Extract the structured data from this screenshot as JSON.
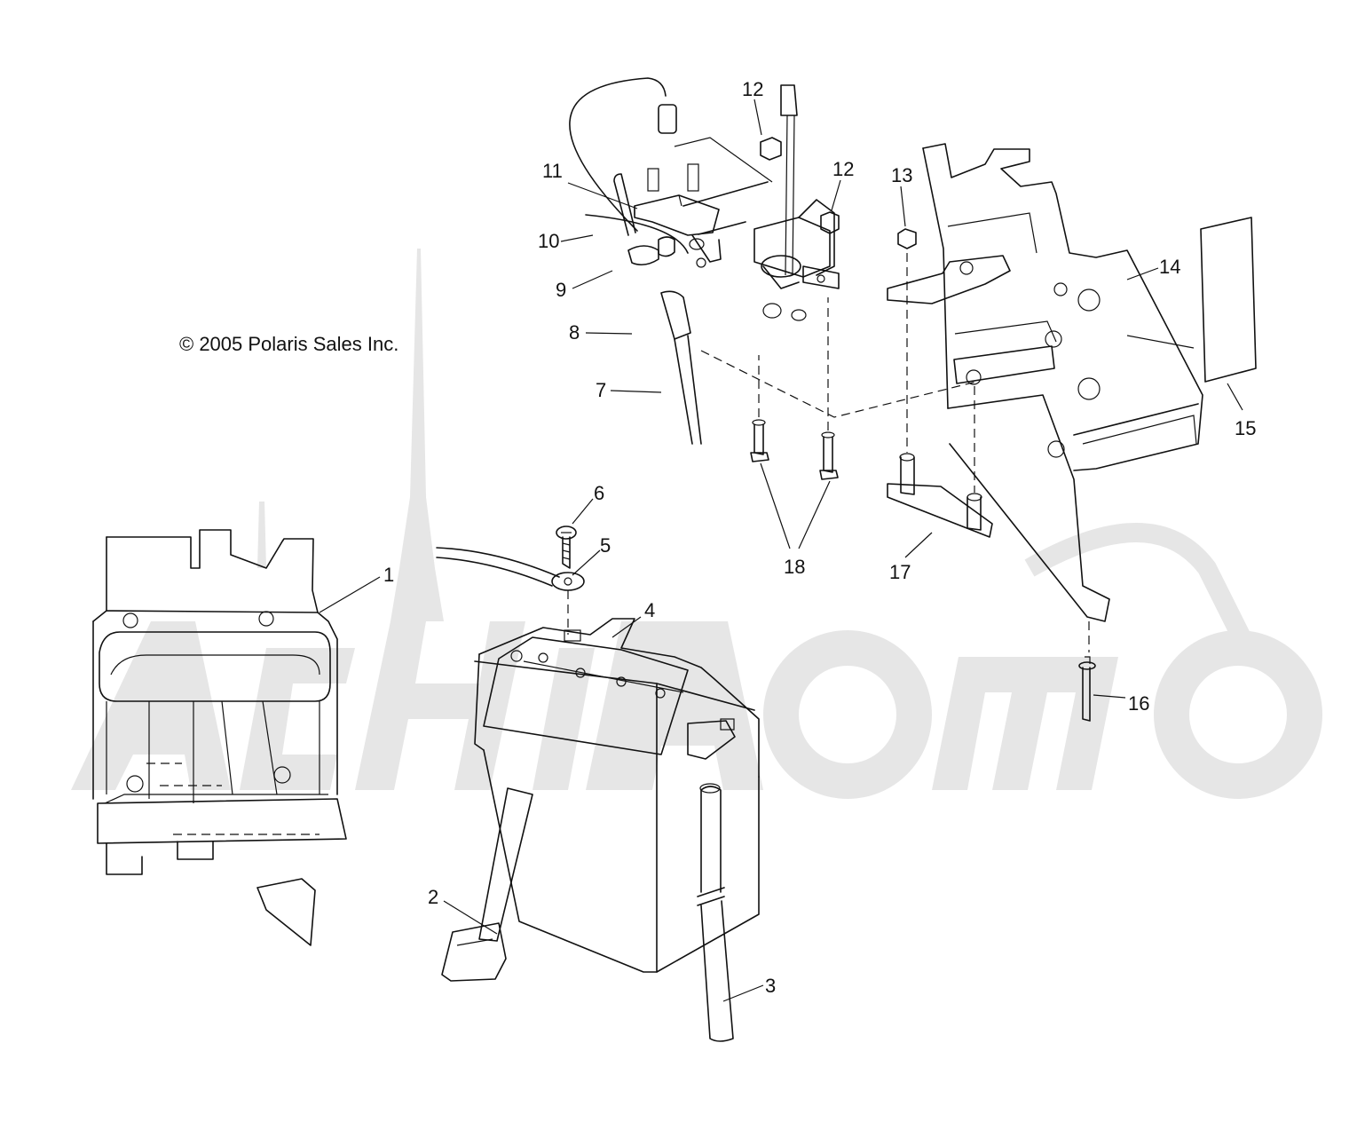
{
  "copyright": "© 2005 Polaris Sales Inc.",
  "watermark": {
    "text": "ArchiMoto",
    "color": "#e6e6e6"
  },
  "colors": {
    "line": "#111111",
    "background": "#ffffff"
  },
  "callouts": [
    "1",
    "2",
    "3",
    "4",
    "5",
    "6",
    "7",
    "8",
    "9",
    "10",
    "11",
    "12",
    "12",
    "13",
    "14",
    "15",
    "16",
    "17",
    "18"
  ]
}
